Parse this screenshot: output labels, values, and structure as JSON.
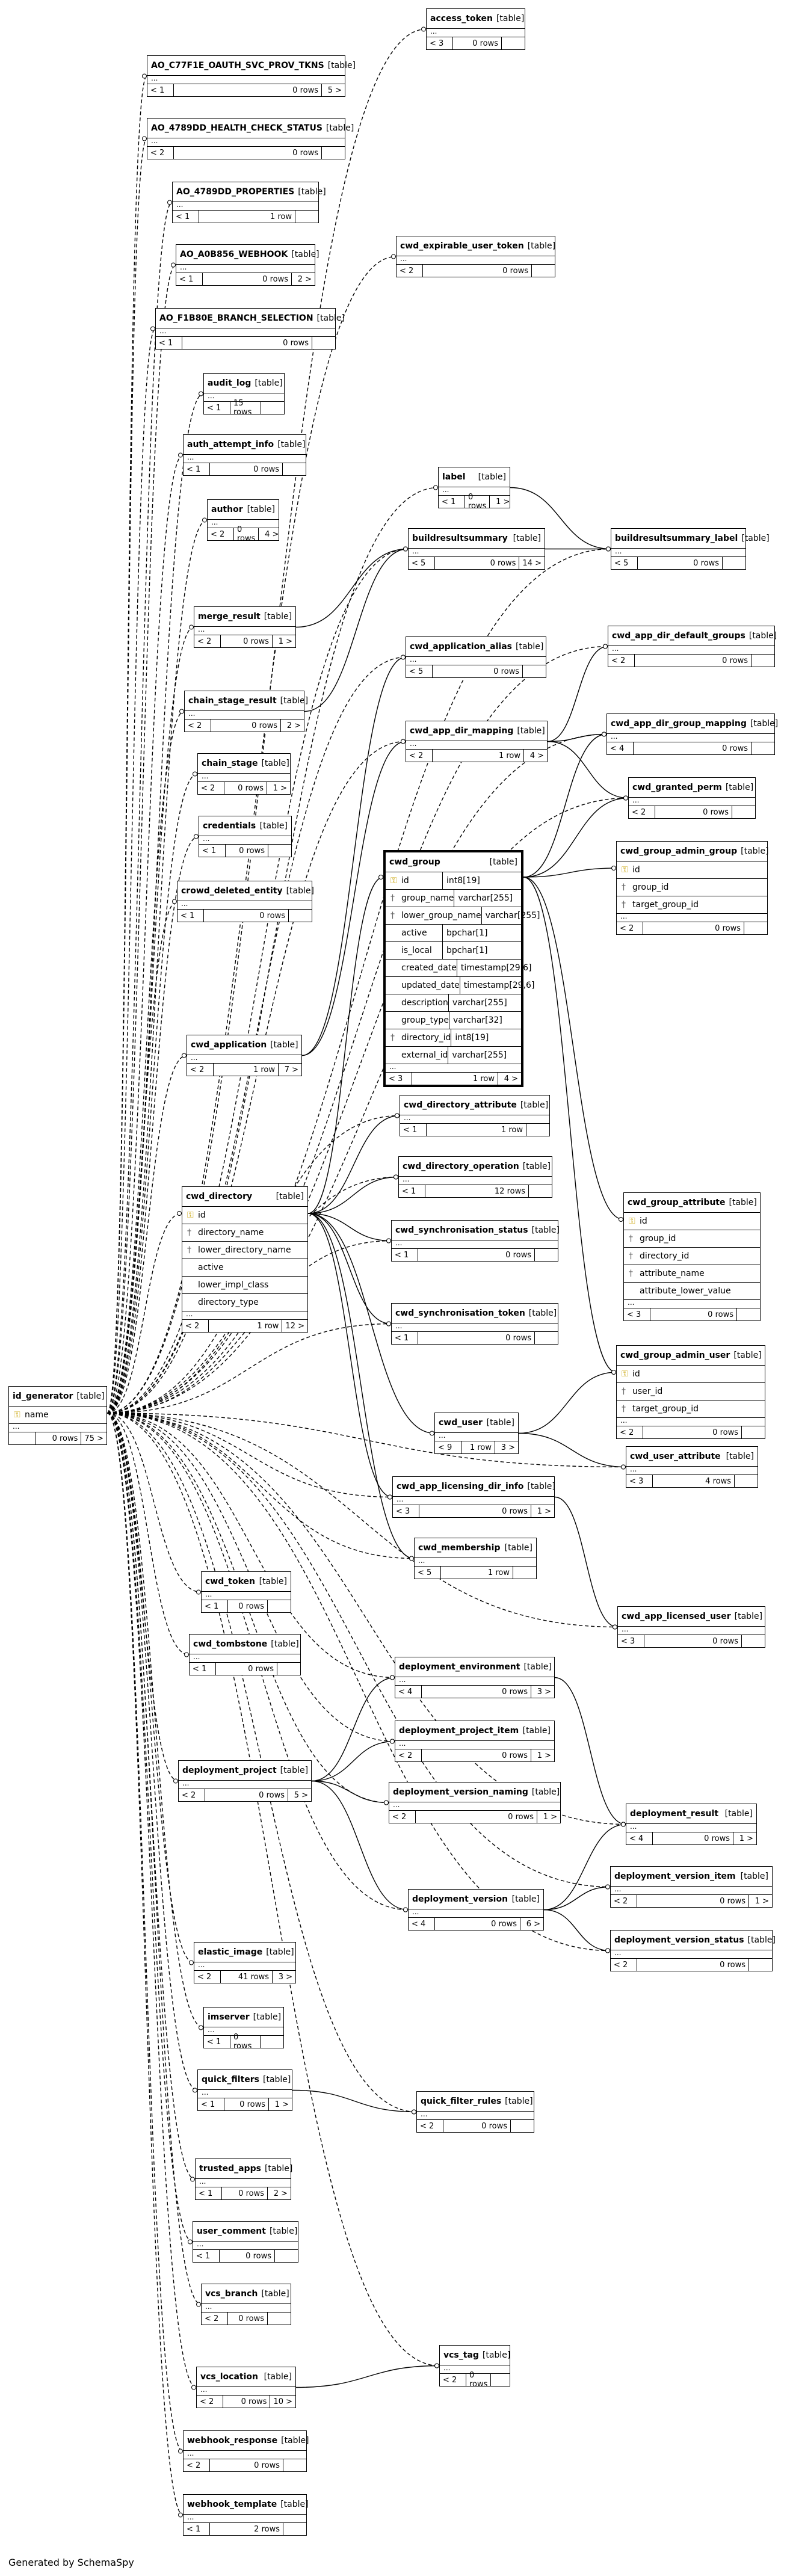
{
  "generated_by": "Generated by SchemaSpy",
  "tables": [
    {
      "name": "access_token",
      "type": "[table]",
      "footer": [
        "< 3",
        "0 rows",
        ""
      ]
    },
    {
      "name": "AO_C77F1E_OAUTH_SVC_PROV_TKNS",
      "type": "[table]",
      "footer": [
        "< 1",
        "0 rows",
        "5 >"
      ]
    },
    {
      "name": "AO_4789DD_HEALTH_CHECK_STATUS",
      "type": "[table]",
      "footer": [
        "< 2",
        "0 rows",
        ""
      ]
    },
    {
      "name": "AO_4789DD_PROPERTIES",
      "type": "[table]",
      "footer": [
        "< 1",
        "1 row",
        ""
      ]
    },
    {
      "name": "AO_A0B856_WEBHOOK",
      "type": "[table]",
      "footer": [
        "< 1",
        "0 rows",
        "2 >"
      ]
    },
    {
      "name": "cwd_expirable_user_token",
      "type": "[table]",
      "footer": [
        "< 2",
        "0 rows",
        ""
      ]
    },
    {
      "name": "AO_F1B80E_BRANCH_SELECTION",
      "type": "[table]",
      "footer": [
        "< 1",
        "0 rows",
        ""
      ]
    },
    {
      "name": "audit_log",
      "type": "[table]",
      "footer": [
        "< 1",
        "15 rows",
        ""
      ]
    },
    {
      "name": "auth_attempt_info",
      "type": "[table]",
      "footer": [
        "< 1",
        "0 rows",
        ""
      ]
    },
    {
      "name": "label",
      "type": "[table]",
      "footer": [
        "< 1",
        "0 rows",
        "1 >"
      ]
    },
    {
      "name": "author",
      "type": "[table]",
      "footer": [
        "< 2",
        "0 rows",
        "4 >"
      ]
    },
    {
      "name": "buildresultsummary",
      "type": "[table]",
      "footer": [
        "< 5",
        "0 rows",
        "14 >"
      ]
    },
    {
      "name": "buildresultsummary_label",
      "type": "[table]",
      "footer": [
        "< 5",
        "0 rows",
        ""
      ]
    },
    {
      "name": "merge_result",
      "type": "[table]",
      "footer": [
        "< 2",
        "0 rows",
        "1 >"
      ]
    },
    {
      "name": "cwd_application_alias",
      "type": "[table]",
      "footer": [
        "< 5",
        "0 rows",
        ""
      ]
    },
    {
      "name": "cwd_app_dir_default_groups",
      "type": "[table]",
      "footer": [
        "< 2",
        "0 rows",
        ""
      ]
    },
    {
      "name": "chain_stage_result",
      "type": "[table]",
      "footer": [
        "< 2",
        "0 rows",
        "2 >"
      ]
    },
    {
      "name": "cwd_app_dir_mapping",
      "type": "[table]",
      "footer": [
        "< 2",
        "1 row",
        "4 >"
      ]
    },
    {
      "name": "cwd_app_dir_group_mapping",
      "type": "[table]",
      "footer": [
        "< 4",
        "0 rows",
        ""
      ]
    },
    {
      "name": "chain_stage",
      "type": "[table]",
      "footer": [
        "< 2",
        "0 rows",
        "1 >"
      ]
    },
    {
      "name": "cwd_granted_perm",
      "type": "[table]",
      "footer": [
        "< 2",
        "0 rows",
        ""
      ]
    },
    {
      "name": "credentials",
      "type": "[table]",
      "footer": [
        "< 1",
        "0 rows",
        ""
      ]
    },
    {
      "name": "cwd_group_admin_group",
      "type": "[table]",
      "footer": [
        "< 2",
        "0 rows",
        ""
      ],
      "columns": [
        {
          "icon": "key",
          "name": "id"
        },
        {
          "icon": "fk",
          "name": "group_id"
        },
        {
          "icon": "fk",
          "name": "target_group_id"
        }
      ]
    },
    {
      "name": "crowd_deleted_entity",
      "type": "[table]",
      "footer": [
        "< 1",
        "0 rows",
        ""
      ]
    },
    {
      "name": "cwd_group",
      "type": "[table]",
      "footer": [
        "< 3",
        "1 row",
        "4 >"
      ],
      "columns": [
        {
          "icon": "key",
          "name": "id",
          "type": "int8[19]"
        },
        {
          "icon": "fk",
          "name": "group_name",
          "type": "varchar[255]"
        },
        {
          "icon": "fk",
          "name": "lower_group_name",
          "type": "varchar[255]"
        },
        {
          "icon": "",
          "name": "active",
          "type": "bpchar[1]"
        },
        {
          "icon": "",
          "name": "is_local",
          "type": "bpchar[1]"
        },
        {
          "icon": "",
          "name": "created_date",
          "type": "timestamp[29,6]"
        },
        {
          "icon": "",
          "name": "updated_date",
          "type": "timestamp[29,6]"
        },
        {
          "icon": "",
          "name": "description",
          "type": "varchar[255]"
        },
        {
          "icon": "",
          "name": "group_type",
          "type": "varchar[32]"
        },
        {
          "icon": "fk",
          "name": "directory_id",
          "type": "int8[19]"
        },
        {
          "icon": "",
          "name": "external_id",
          "type": "varchar[255]"
        }
      ]
    },
    {
      "name": "cwd_application",
      "type": "[table]",
      "footer": [
        "< 2",
        "1 row",
        "7 >"
      ]
    },
    {
      "name": "cwd_directory_attribute",
      "type": "[table]",
      "footer": [
        "< 1",
        "1 row",
        ""
      ]
    },
    {
      "name": "cwd_directory_operation",
      "type": "[table]",
      "footer": [
        "< 1",
        "12 rows",
        ""
      ]
    },
    {
      "name": "cwd_directory",
      "type": "[table]",
      "footer": [
        "< 2",
        "1 row",
        "12 >"
      ],
      "columns": [
        {
          "icon": "key",
          "name": "id"
        },
        {
          "icon": "fk",
          "name": "directory_name"
        },
        {
          "icon": "fk",
          "name": "lower_directory_name"
        },
        {
          "icon": "",
          "name": "active"
        },
        {
          "icon": "",
          "name": "lower_impl_class"
        },
        {
          "icon": "",
          "name": "directory_type"
        }
      ]
    },
    {
      "name": "cwd_group_attribute",
      "type": "[table]",
      "footer": [
        "< 3",
        "0 rows",
        ""
      ],
      "columns": [
        {
          "icon": "key",
          "name": "id"
        },
        {
          "icon": "fk",
          "name": "group_id"
        },
        {
          "icon": "fk",
          "name": "directory_id"
        },
        {
          "icon": "fk",
          "name": "attribute_name"
        },
        {
          "icon": "",
          "name": "attribute_lower_value"
        }
      ]
    },
    {
      "name": "cwd_synchronisation_status",
      "type": "[table]",
      "footer": [
        "< 1",
        "0 rows",
        ""
      ]
    },
    {
      "name": "cwd_synchronisation_token",
      "type": "[table]",
      "footer": [
        "< 1",
        "0 rows",
        ""
      ]
    },
    {
      "name": "cwd_group_admin_user",
      "type": "[table]",
      "footer": [
        "< 2",
        "0 rows",
        ""
      ],
      "columns": [
        {
          "icon": "key",
          "name": "id"
        },
        {
          "icon": "fk",
          "name": "user_id"
        },
        {
          "icon": "fk",
          "name": "target_group_id"
        }
      ]
    },
    {
      "name": "id_generator",
      "type": "[table]",
      "footer": [
        "",
        "0 rows",
        "75 >"
      ],
      "columns": [
        {
          "icon": "key",
          "name": "name"
        }
      ]
    },
    {
      "name": "cwd_user",
      "type": "[table]",
      "footer": [
        "< 9",
        "1 row",
        "3 >"
      ]
    },
    {
      "name": "cwd_user_attribute",
      "type": "[table]",
      "footer": [
        "< 3",
        "4 rows",
        ""
      ]
    },
    {
      "name": "cwd_app_licensing_dir_info",
      "type": "[table]",
      "footer": [
        "< 3",
        "0 rows",
        "1 >"
      ]
    },
    {
      "name": "cwd_membership",
      "type": "[table]",
      "footer": [
        "< 5",
        "1 row",
        ""
      ]
    },
    {
      "name": "cwd_token",
      "type": "[table]",
      "footer": [
        "< 1",
        "0 rows",
        ""
      ]
    },
    {
      "name": "cwd_app_licensed_user",
      "type": "[table]",
      "footer": [
        "< 3",
        "0 rows",
        ""
      ]
    },
    {
      "name": "cwd_tombstone",
      "type": "[table]",
      "footer": [
        "< 1",
        "0 rows",
        ""
      ]
    },
    {
      "name": "deployment_environment",
      "type": "[table]",
      "footer": [
        "< 4",
        "0 rows",
        "3 >"
      ]
    },
    {
      "name": "deployment_project_item",
      "type": "[table]",
      "footer": [
        "< 2",
        "0 rows",
        "1 >"
      ]
    },
    {
      "name": "deployment_project",
      "type": "[table]",
      "footer": [
        "< 2",
        "0 rows",
        "5 >"
      ]
    },
    {
      "name": "deployment_version_naming",
      "type": "[table]",
      "footer": [
        "< 2",
        "0 rows",
        "1 >"
      ]
    },
    {
      "name": "deployment_result",
      "type": "[table]",
      "footer": [
        "< 4",
        "0 rows",
        "1 >"
      ]
    },
    {
      "name": "deployment_version_item",
      "type": "[table]",
      "footer": [
        "< 2",
        "0 rows",
        "1 >"
      ]
    },
    {
      "name": "deployment_version",
      "type": "[table]",
      "footer": [
        "< 4",
        "0 rows",
        "6 >"
      ]
    },
    {
      "name": "deployment_version_status",
      "type": "[table]",
      "footer": [
        "< 2",
        "0 rows",
        ""
      ]
    },
    {
      "name": "elastic_image",
      "type": "[table]",
      "footer": [
        "< 2",
        "41 rows",
        "3 >"
      ]
    },
    {
      "name": "imserver",
      "type": "[table]",
      "footer": [
        "< 1",
        "0 rows",
        ""
      ]
    },
    {
      "name": "quick_filters",
      "type": "[table]",
      "footer": [
        "< 1",
        "0 rows",
        "1 >"
      ]
    },
    {
      "name": "quick_filter_rules",
      "type": "[table]",
      "footer": [
        "< 2",
        "0 rows",
        ""
      ]
    },
    {
      "name": "trusted_apps",
      "type": "[table]",
      "footer": [
        "< 1",
        "0 rows",
        "2 >"
      ]
    },
    {
      "name": "user_comment",
      "type": "[table]",
      "footer": [
        "< 1",
        "0 rows",
        ""
      ]
    },
    {
      "name": "vcs_branch",
      "type": "[table]",
      "footer": [
        "< 2",
        "0 rows",
        ""
      ]
    },
    {
      "name": "vcs_tag",
      "type": "[table]",
      "footer": [
        "< 2",
        "0 rows",
        ""
      ]
    },
    {
      "name": "vcs_location",
      "type": "[table]",
      "footer": [
        "< 2",
        "0 rows",
        "10 >"
      ]
    },
    {
      "name": "webhook_response",
      "type": "[table]",
      "footer": [
        "< 2",
        "0 rows",
        ""
      ]
    },
    {
      "name": "webhook_template",
      "type": "[table]",
      "footer": [
        "< 1",
        "2 rows",
        ""
      ]
    }
  ]
}
